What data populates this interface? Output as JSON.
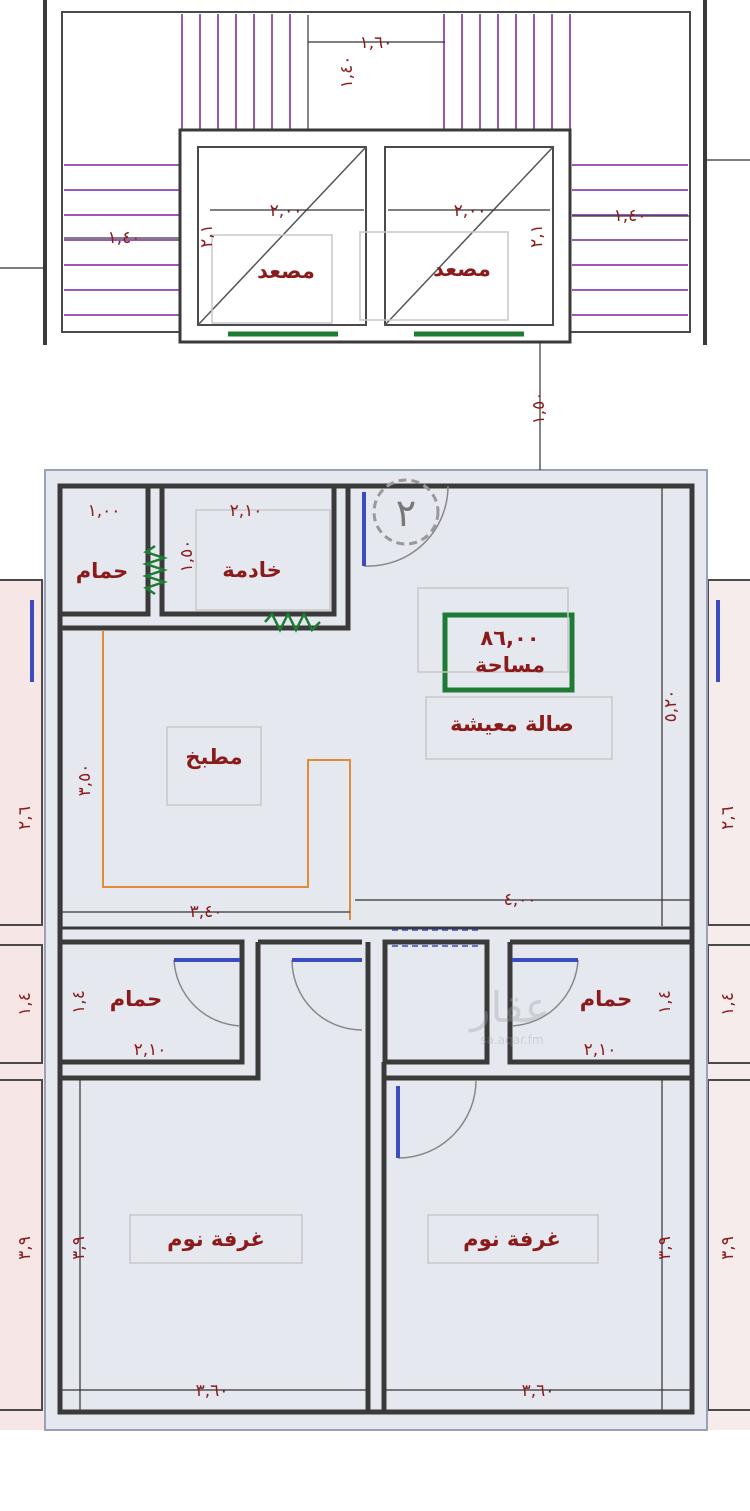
{
  "floor_number": "٢",
  "watermark": {
    "brand": "عقار",
    "site": "sa.aqar.fm"
  },
  "area_box": {
    "value": "٨٦,٠٠",
    "label": "مساحة"
  },
  "rooms": {
    "elevator_left": "مصعد",
    "elevator_right": "مصعد",
    "bath_top": "حمام",
    "maid": "خادمة",
    "kitchen": "مطبخ",
    "living": "صالة معيشة",
    "bath_left": "حمام",
    "bath_right": "حمام",
    "bedroom_left": "غرفة نوم",
    "bedroom_right": "غرفة نوم"
  },
  "dimensions": {
    "stair_top_width": "١,٦٠",
    "stair_top_height": "١,٤٠",
    "elevator_left_width": "٢,٠٠",
    "elevator_right_width": "٢,٠٠",
    "elevator_left_depth": "٢,١",
    "elevator_right_depth": "٢,١",
    "stair_left": "١,٤٠",
    "stair_right": "١,٤٠",
    "corridor": "١,٥٠",
    "bath_top_width": "١,٠٠",
    "maid_width": "٢,١٠",
    "maid_depth": "١,٥٠",
    "kitchen_depth": "٣,٥٠",
    "living_depth": "٥,٢٠",
    "kitchen_width": "٣,٤٠",
    "living_width": "٤,٠٠",
    "bath_left_depth": "١,٤",
    "bath_right_depth": "١,٤",
    "bath_left_width": "٢,١٠",
    "bath_right_width": "٢,١٠",
    "bedroom_left_depth": "٣,٩",
    "bedroom_right_depth": "٣,٩",
    "bedroom_left_width": "٣,٦٠",
    "bedroom_right_width": "٣,٦٠",
    "neighbor_left_upper": "٢,٦",
    "neighbor_left_mid": "١,٤",
    "neighbor_left_lower": "٣,٩",
    "neighbor_right_upper": "٢,٦",
    "neighbor_right_mid": "١,٤",
    "neighbor_right_lower": "٣,٩"
  },
  "colors": {
    "label": "#8b1a1a",
    "wall": "#3a3a3a",
    "unit_fill": "#e6e8f0",
    "neighbor_fill": "#f7e6e6",
    "stairs": "#9b59b6",
    "area_box": "#1e7b34",
    "window": "#3b4cc0",
    "counter": "#e08a3c"
  }
}
